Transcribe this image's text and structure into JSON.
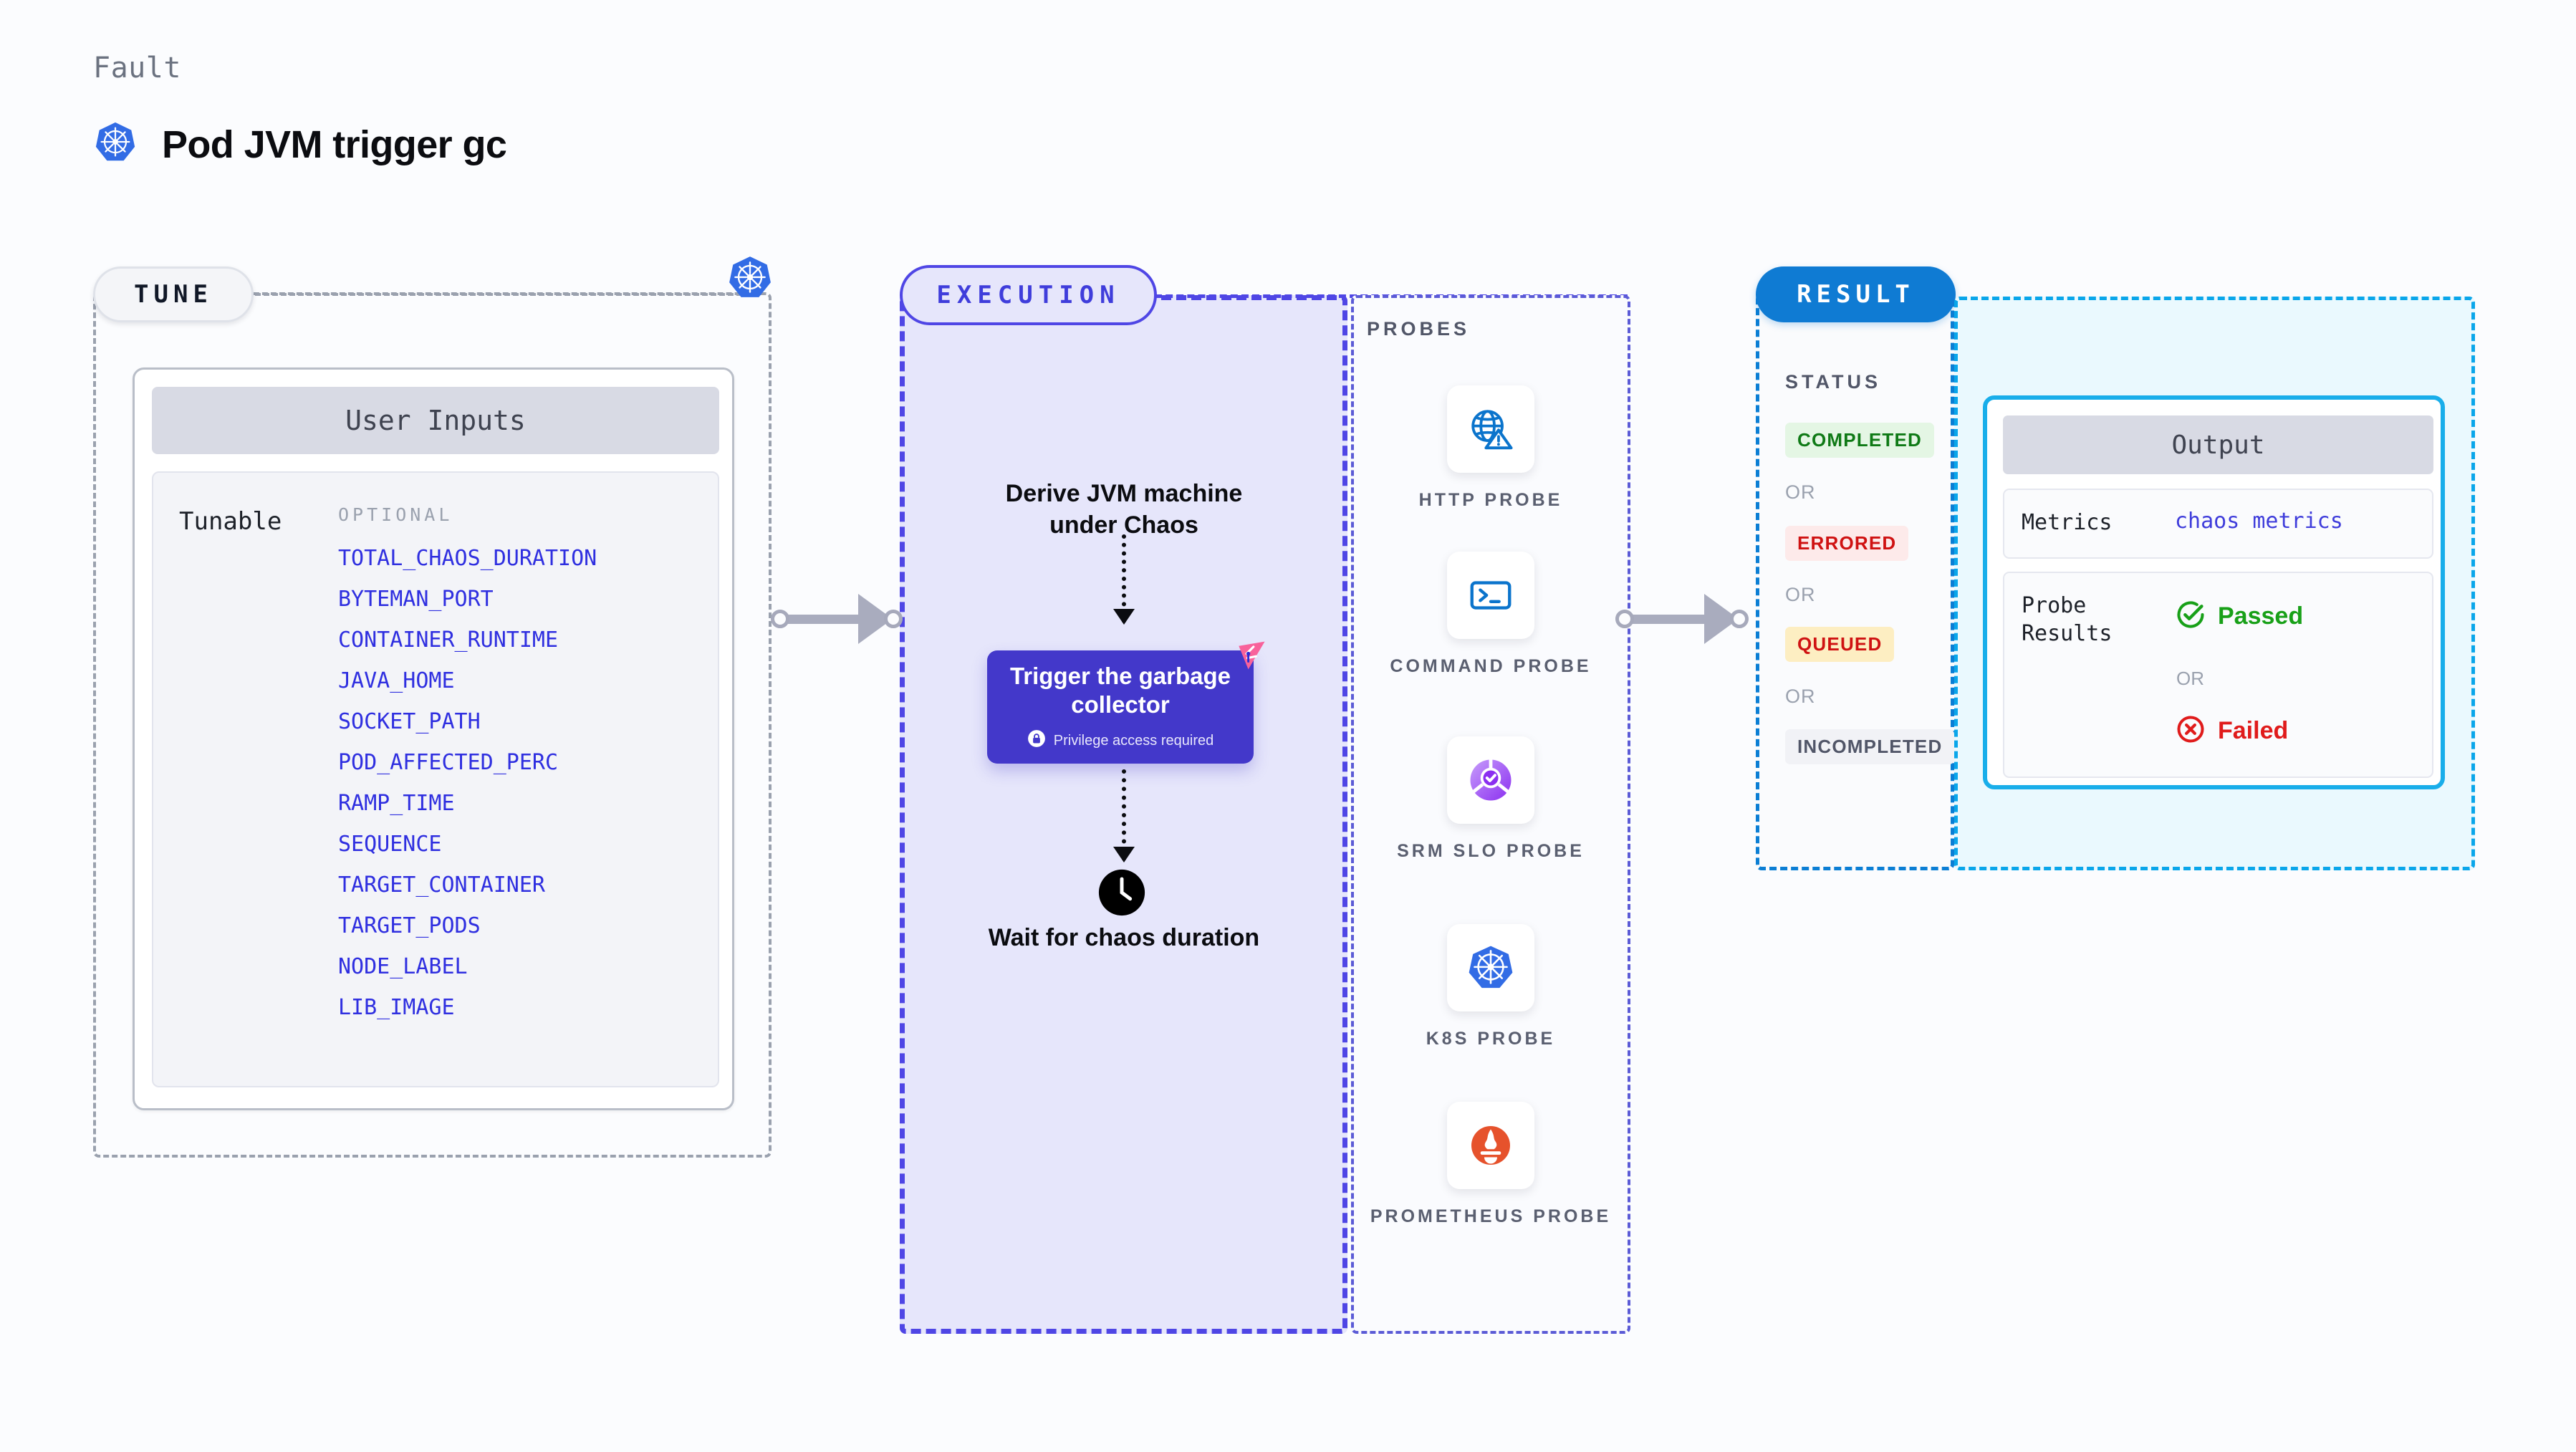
{
  "header": {
    "kicker": "Fault",
    "title": "Pod JVM trigger gc",
    "icon": "kubernetes-icon"
  },
  "tune": {
    "pill_label": "TUNE",
    "k8s_icon": "kubernetes-icon",
    "card": {
      "title": "User Inputs",
      "row_label": "Tunable",
      "group_label": "OPTIONAL",
      "items": [
        "TOTAL_CHAOS_DURATION",
        "BYTEMAN_PORT",
        "CONTAINER_RUNTIME",
        "JAVA_HOME",
        "SOCKET_PATH",
        "POD_AFFECTED_PERC",
        "RAMP_TIME",
        "SEQUENCE",
        "TARGET_CONTAINER",
        "TARGET_PODS",
        "NODE_LABEL",
        "LIB_IMAGE"
      ]
    }
  },
  "execution": {
    "pill_label": "EXECUTION",
    "node_derive": "Derive JVM machine under Chaos",
    "gc_card": {
      "title": "Trigger the garbage collector",
      "note": "Privilege access required",
      "note_icon": "lock-icon",
      "badge_icon": "litmus-chaos-icon",
      "color": "#4338ca"
    },
    "node_wait": "Wait for chaos duration",
    "wait_icon": "clock-icon"
  },
  "probes": {
    "label": "PROBES",
    "items": [
      {
        "label": "HTTP PROBE",
        "icon": "globe-warning-icon",
        "color": "#0b74cc"
      },
      {
        "label": "COMMAND PROBE",
        "icon": "terminal-icon",
        "color": "#0b74cc"
      },
      {
        "label": "SRM SLO PROBE",
        "icon": "slo-donut-check-icon",
        "color": "#8b3fe8"
      },
      {
        "label": "K8S PROBE",
        "icon": "kubernetes-icon",
        "color": "#326ce5"
      },
      {
        "label": "PROMETHEUS PROBE",
        "icon": "prometheus-icon",
        "color": "#e6522c"
      }
    ]
  },
  "result": {
    "pill_label": "RESULT",
    "status_label": "STATUS",
    "or_label": "OR",
    "statuses": [
      {
        "label": "COMPLETED",
        "bg": "#e4f6e4",
        "fg": "#0f7a16"
      },
      {
        "label": "ERRORED",
        "bg": "#fdeaea",
        "fg": "#cf1212"
      },
      {
        "label": "QUEUED",
        "bg": "#fdeec2",
        "fg": "#cf1212"
      },
      {
        "label": "INCOMPLETED",
        "bg": "#f1f2f6",
        "fg": "#515668"
      }
    ]
  },
  "output": {
    "title": "Output",
    "metrics_key": "Metrics",
    "metrics_value": "chaos metrics",
    "probe_results_key": "Probe Results",
    "passed_label": "Passed",
    "passed_icon": "check-circle-icon",
    "or_label": "OR",
    "failed_label": "Failed",
    "failed_icon": "x-circle-icon",
    "accent": "#19aeea"
  }
}
